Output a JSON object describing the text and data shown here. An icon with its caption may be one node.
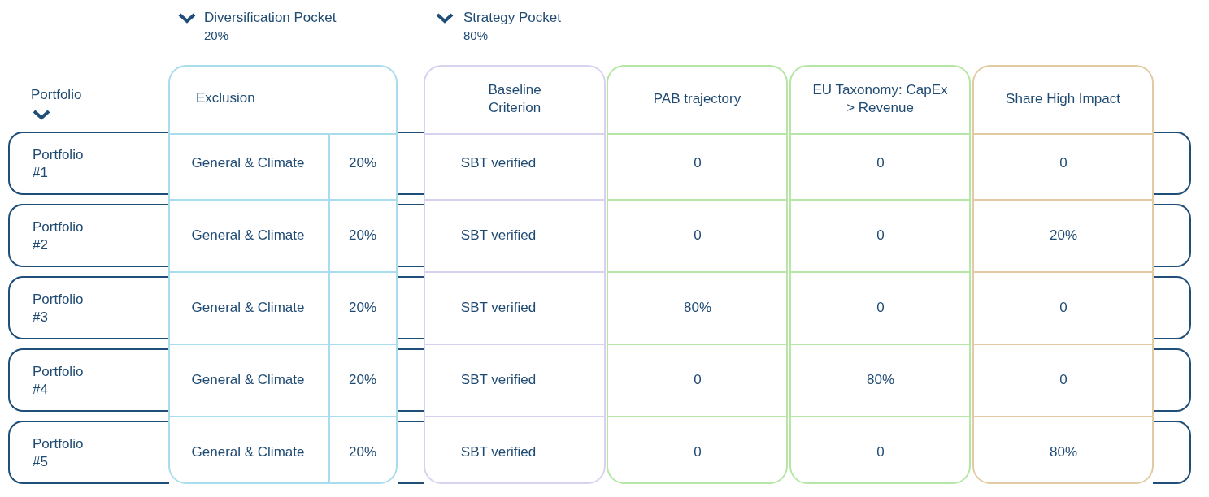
{
  "diagram": {
    "nodes": [
      {
        "text": [
          "Exclusion"
        ]
      },
      {
        "text": [
          "Baseline Criterion"
        ]
      },
      {
        "text": [
          "PAB trajectory"
        ]
      },
      {
        "text": [
          "EU Taxonomy: CapEx > Revenue"
        ]
      },
      {
        "text": [
          "Share High Impact"
        ]
      },
      {
        "text": [
          "Portfolio #1"
        ]
      },
      {
        "text": [
          "Portfolio #2"
        ]
      },
      {
        "text": [
          "Portfolio #3"
        ]
      },
      {
        "text": [
          "Portfolio #4"
        ]
      },
      {
        "text": [
          "Portfolio #5"
        ]
      }
    ],
    "edges": [],
    "labels": [
      "Diversification Pocket",
      "20%",
      "Strategy Pocket",
      "80%",
      "Portfolio",
      "General & Climate",
      "20%",
      "SBT verified",
      "0",
      "0",
      "0",
      "General & Climate",
      "20%",
      "SBT verified",
      "0",
      "0",
      "20%",
      "General & Climate",
      "20%",
      "SBT verified",
      "80%",
      "0",
      "0",
      "General & Climate",
      "20%",
      "SBT verified",
      "0",
      "80%",
      "0",
      "General & Climate",
      "20%",
      "SBT verified",
      "0",
      "0",
      "80%"
    ]
  }
}
